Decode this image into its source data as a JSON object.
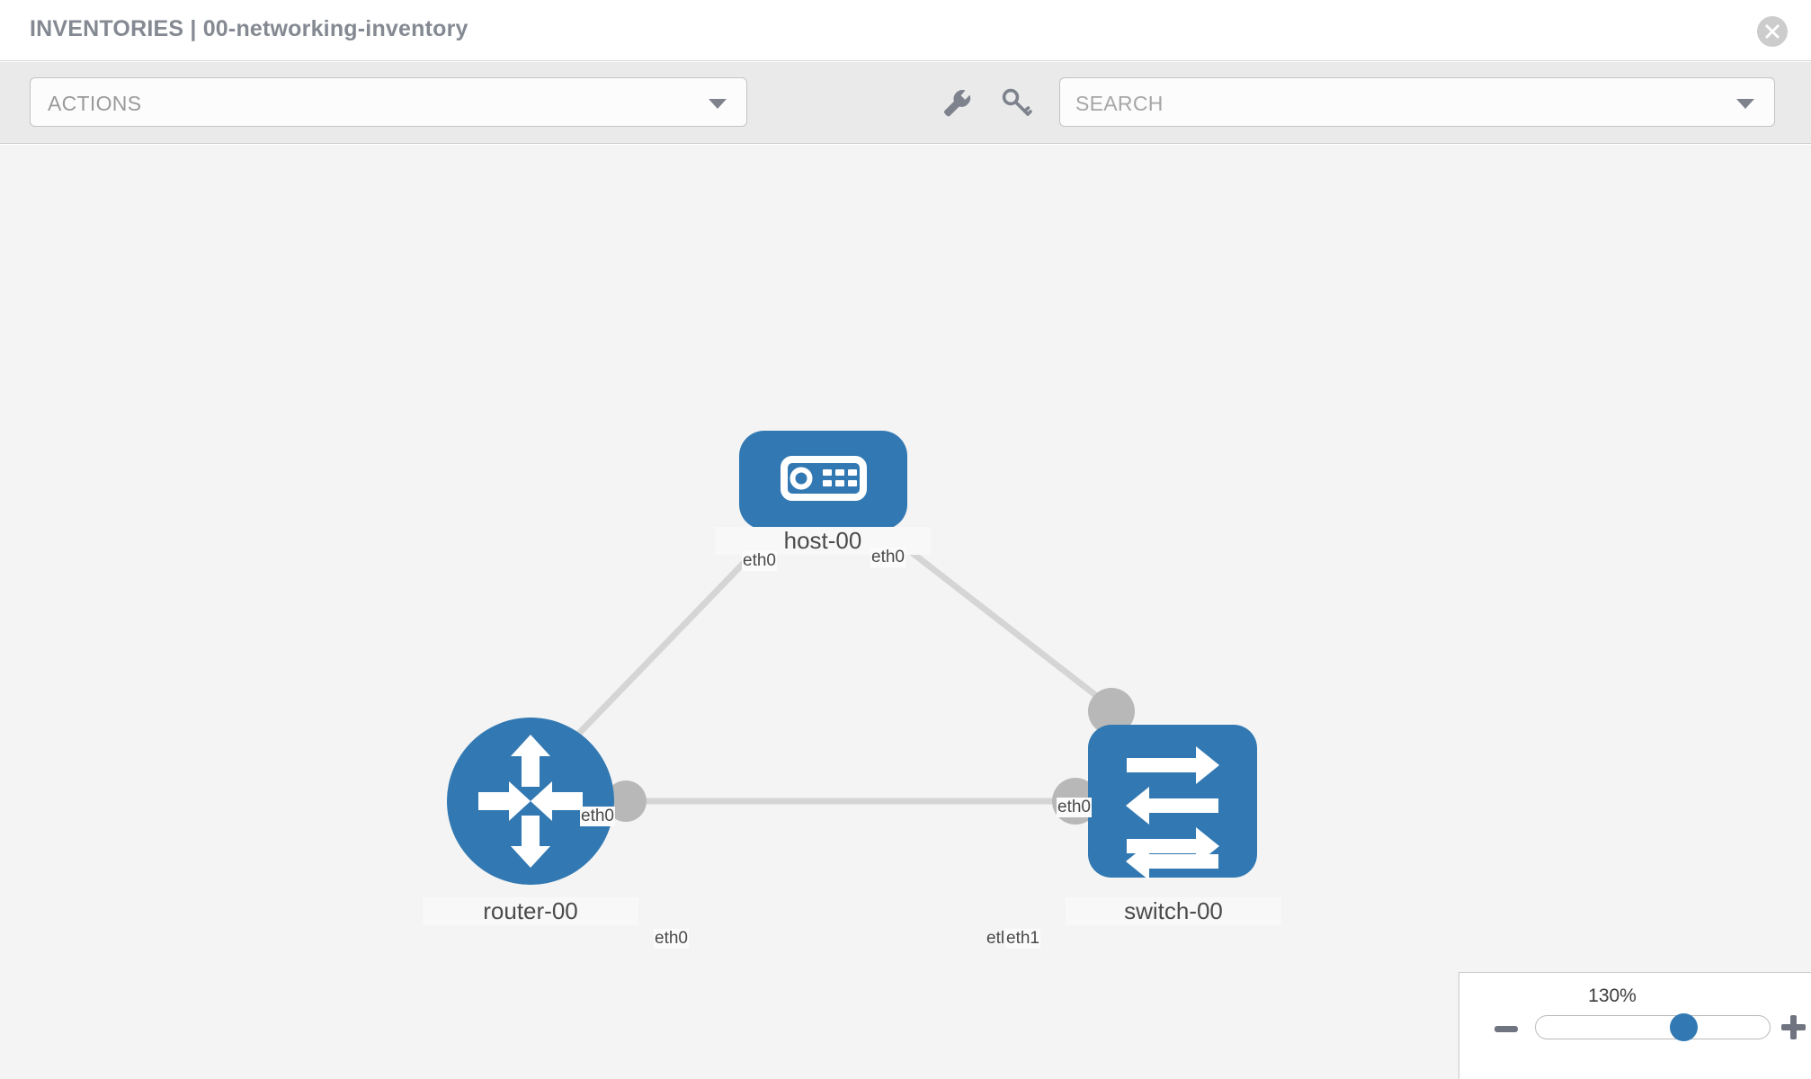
{
  "window": {
    "title": "INVENTORIES | 00-networking-inventory",
    "close_icon": "close-circle-icon"
  },
  "toolbar": {
    "actions_label": "ACTIONS",
    "actions_caret_icon": "chevron-down-icon",
    "wrench_icon": "wrench-icon",
    "key_icon": "key-icon",
    "search_placeholder": "SEARCH",
    "search_value": "",
    "search_caret_icon": "chevron-down-icon"
  },
  "topology": {
    "accent_color": "#3279b3",
    "link_color": "#d5d5d5",
    "stub_color": "#b8b8b8",
    "canvas_color": "#f4f4f4",
    "nodes": [
      {
        "id": "host-00",
        "label": "host-00",
        "type": "host",
        "icon": "server-icon"
      },
      {
        "id": "router-00",
        "label": "router-00",
        "type": "router",
        "icon": "router-arrows-icon"
      },
      {
        "id": "switch-00",
        "label": "switch-00",
        "type": "switch",
        "icon": "switch-arrows-icon"
      }
    ],
    "links": [
      {
        "from": "host-00",
        "to": "router-00",
        "from_label": "eth0",
        "to_label": "eth0"
      },
      {
        "from": "host-00",
        "to": "switch-00",
        "from_label": "eth0",
        "to_label": "eth0"
      },
      {
        "from": "router-00",
        "to": "switch-00",
        "from_label": "eth0",
        "to_label": "eth1",
        "to_label_overlap": "etl"
      }
    ]
  },
  "zoom_control": {
    "value": "130%",
    "minus_label": "zoom-out",
    "plus_label": "zoom-in",
    "slider_percent": 65
  }
}
